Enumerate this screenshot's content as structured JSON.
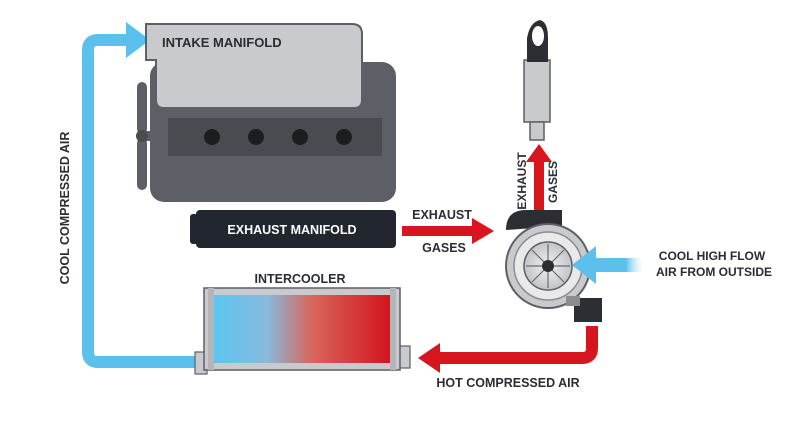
{
  "labels": {
    "intake_manifold": "INTAKE MANIFOLD",
    "exhaust_manifold": "EXHAUST MANIFOLD",
    "exhaust_gases_line1": "EXHAUST",
    "exhaust_gases_line2": "GASES",
    "exhaust_up_line1": "EXHAUST",
    "exhaust_up_line2": "GASES",
    "cool_air_line1": "COOL HIGH FLOW",
    "cool_air_line2": "AIR FROM OUTSIDE",
    "intercooler": "INTERCOOLER",
    "hot_air": "HOT COMPRESSED AIR",
    "cool_compressed": "COOL COMPRESSED AIR"
  },
  "colors": {
    "cool_blue": "#5bc0eb",
    "hot_red": "#d7151f",
    "engine_gray": "#5d5f66",
    "manifold_light": "#c9cacd",
    "dark_navy": "#22262f",
    "text_dark": "#2a2d33"
  }
}
